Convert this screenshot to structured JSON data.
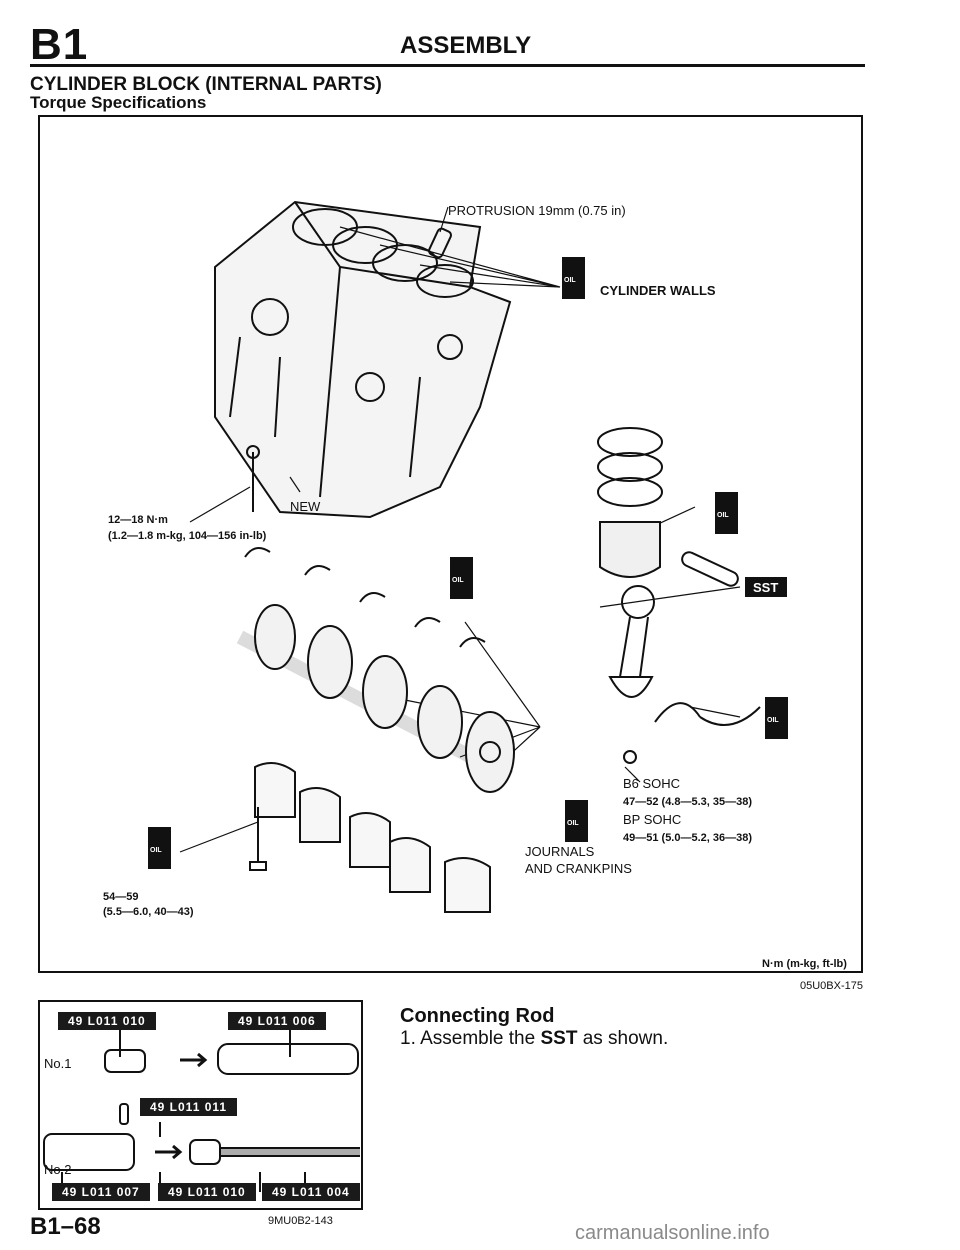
{
  "header": {
    "section_code": "B1",
    "title": "ASSEMBLY"
  },
  "headings": {
    "main": "CYLINDER BLOCK (INTERNAL PARTS)",
    "sub": "Torque Specifications"
  },
  "figure": {
    "labels": {
      "protrusion": "PROTRUSION 19mm (0.75 in)",
      "cylinder_walls": "CYLINDER WALLS",
      "new": "NEW",
      "torque1_nm": "12—18 N·m",
      "torque1_detail": "(1.2—1.8 m-kg, 104—156 in-lb)",
      "sst_badge": "SST",
      "b6_sohc": "B6 SOHC",
      "b6_torque": "47—52 (4.8—5.3, 35—38)",
      "bp_sohc": "BP SOHC",
      "bp_torque": "49—51 (5.0—5.2, 36—38)",
      "journals": "JOURNALS",
      "crankpins": "AND CRANKPINS",
      "torque2": "54—59",
      "torque2_detail": "(5.5—6.0, 40—43)",
      "units": "N·m (m-kg, ft-lb)",
      "oil_mark": "OIL"
    },
    "figure_id": "05U0BX-175"
  },
  "sst_figure": {
    "parts": {
      "p010_top": "49 L011 010",
      "p006": "49 L011 006",
      "p011": "49 L011 011",
      "p007": "49 L011 007",
      "p010_bottom": "49 L011 010",
      "p004": "49 L011 004"
    },
    "no1": "No.1",
    "no2": "No.2",
    "figure_id": "9MU0B2-143"
  },
  "text": {
    "subheading": "Connecting Rod",
    "step_prefix": "1. Assemble the ",
    "step_bold": "SST",
    "step_suffix": " as shown."
  },
  "footer": {
    "page_number": "B1–68",
    "watermark": "carmanualsonline.info"
  }
}
